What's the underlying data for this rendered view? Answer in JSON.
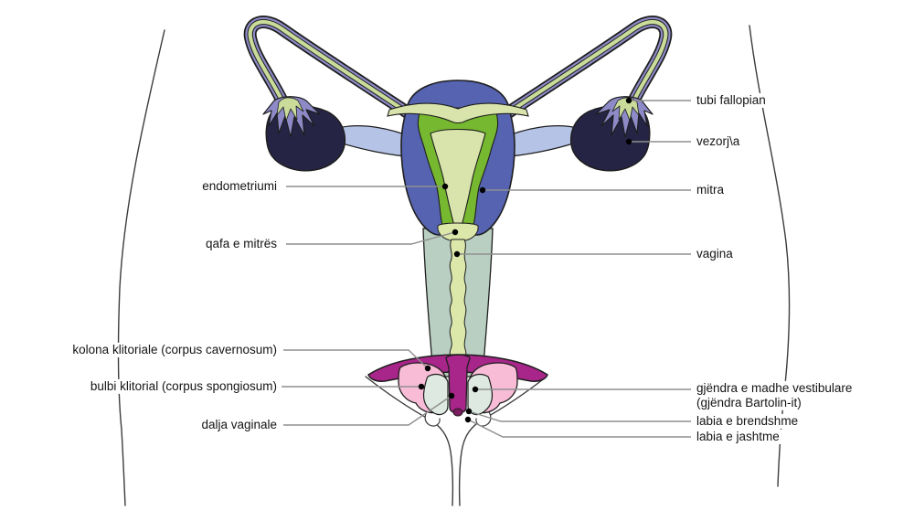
{
  "figure": {
    "type": "anatomy-diagram",
    "subject": "female reproductive system (front view)",
    "language": "Albanian"
  },
  "labels": {
    "left": [
      {
        "id": "endometriumi",
        "text": "endometriumi"
      },
      {
        "id": "qafa-e-mitres",
        "text": "qafa e mitrës"
      },
      {
        "id": "kolona-klitoriale",
        "text": "kolona klitoriale (corpus cavernosum)"
      },
      {
        "id": "bulbi-klitorial",
        "text": "bulbi klitorial (corpus spongiosum)"
      },
      {
        "id": "dalja-vaginale",
        "text": "dalja vaginale"
      }
    ],
    "right": [
      {
        "id": "tubi-fallopian",
        "text": "tubi fallopian"
      },
      {
        "id": "vezorja",
        "text": "vezorj\\a"
      },
      {
        "id": "mitra",
        "text": "mitra"
      },
      {
        "id": "vagina",
        "text": "vagina"
      },
      {
        "id": "gjendra-vestibulare",
        "line1": "gjëndra e madhe vestibulare",
        "line2": "(gjëndra Bartolin-it)"
      },
      {
        "id": "labia-e-brendshme",
        "text": "labia e brendshme"
      },
      {
        "id": "labia-e-jashtme",
        "text": "labia e jashtme"
      }
    ]
  },
  "colors": {
    "tube_outer_purple": "#8e8ac8",
    "tube_core_green": "#c9dc9a",
    "ovary_navy": "#262445",
    "ligament_blue": "#b5c3e7",
    "uterus_blue": "#5563b0",
    "endometrium_green": "#76b82f",
    "cavity_pale_green": "#d8e4ab",
    "vagina_wall_sage": "#b9cfc2",
    "canal_pale_green": "#dce7aa",
    "cavernosum_magenta": "#a82589",
    "spongiosum_pink": "#f8bcd6",
    "inner_labia_sage": "#dde9e1",
    "outline_dark": "#1e1e1e",
    "body_contour": "#3c3c3c",
    "leader_gray": "#8f8f8f",
    "dot_black": "#000000"
  }
}
